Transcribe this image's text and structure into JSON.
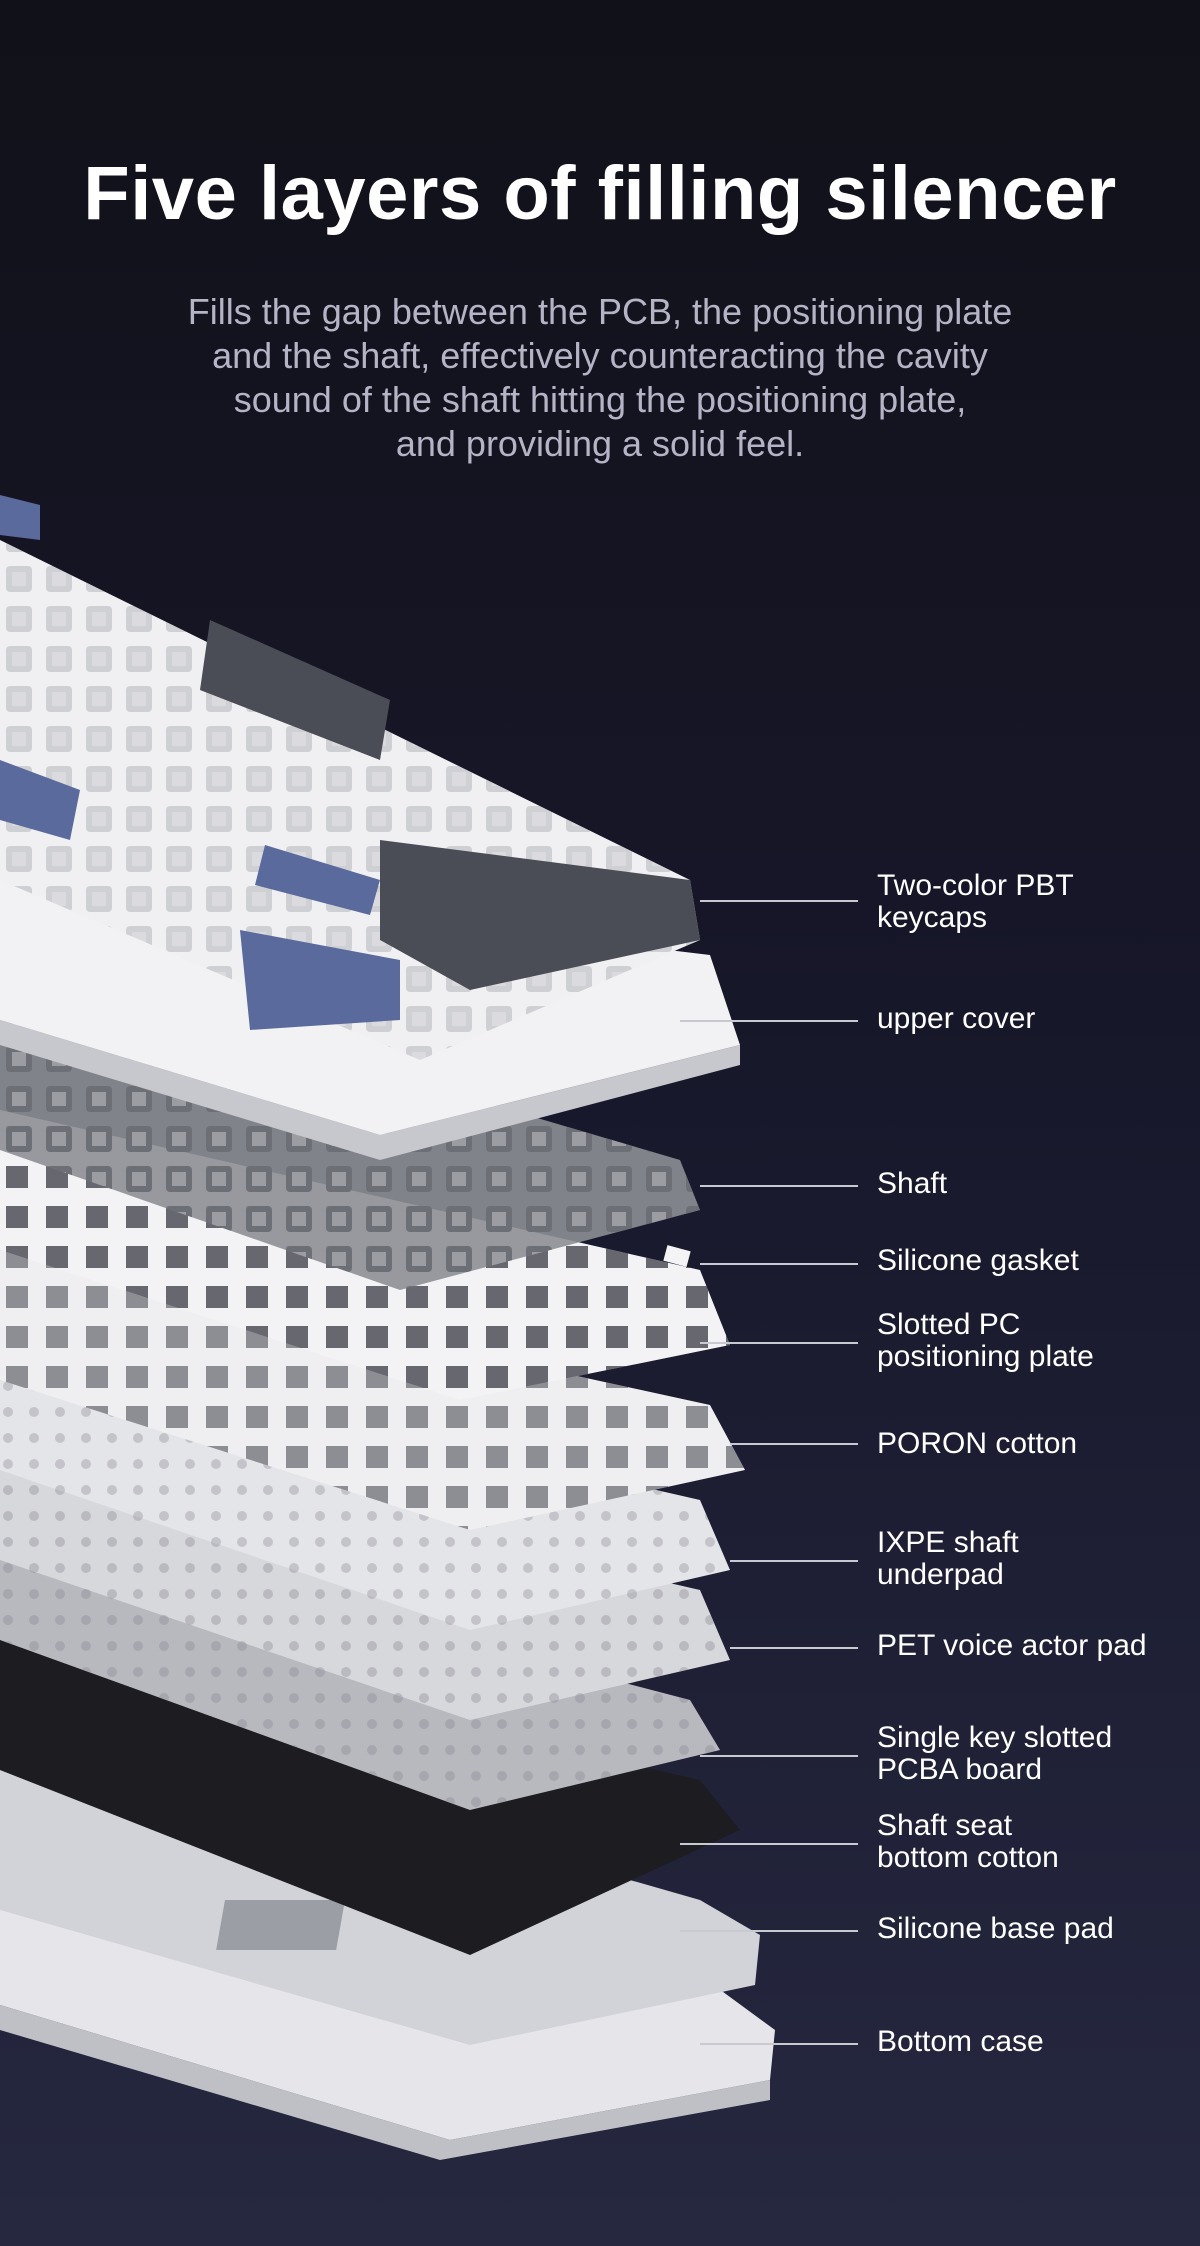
{
  "headline": "Five layers of filling silencer",
  "subtitle_lines": [
    "Fills the gap between the PCB, the positioning plate",
    "and the shaft, effectively counteracting the cavity",
    "sound of the shaft hitting the positioning plate,",
    "and providing a solid feel."
  ],
  "colors": {
    "background_top": "#111119",
    "background_bottom": "#262840",
    "keycap_white": "#f2f2f4",
    "keycap_grey": "#4a4d55",
    "keycap_blue": "#5a6a9c",
    "label_text": "#ffffff",
    "leader_line": "#c9c9d2"
  },
  "layers": [
    {
      "lines": [
        "Two-color PBT",
        "keycaps"
      ]
    },
    {
      "lines": [
        "upper cover"
      ]
    },
    {
      "lines": [
        "Shaft"
      ]
    },
    {
      "lines": [
        "Silicone gasket"
      ]
    },
    {
      "lines": [
        "Slotted PC",
        "positioning plate"
      ]
    },
    {
      "lines": [
        "PORON cotton"
      ]
    },
    {
      "lines": [
        "IXPE shaft",
        "underpad"
      ]
    },
    {
      "lines": [
        "PET voice actor pad"
      ]
    },
    {
      "lines": [
        "Single key slotted",
        "PCBA board"
      ]
    },
    {
      "lines": [
        "Shaft seat",
        "bottom cotton"
      ]
    },
    {
      "lines": [
        "Silicone base pad"
      ]
    },
    {
      "lines": [
        "Bottom case"
      ]
    }
  ]
}
